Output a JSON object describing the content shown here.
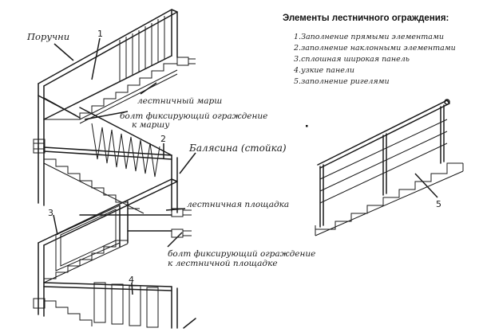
{
  "legend": {
    "title": "Элементы лестничного ограждения:",
    "items": [
      "1.Заполнение прямыми элементами",
      "2.заполнение наклонными элементами",
      "3.сплошная широкая панель",
      "4.узкие панели",
      "5.заполнение ригелями"
    ]
  },
  "labels": {
    "handrails": "Поручни",
    "stair_flight": "лестничный марш",
    "bolt_flight_line1": "болт фиксирующий ограждение",
    "bolt_flight_line2": "к маршу",
    "baluster": "Балясина (стойка)",
    "landing": "лестничная площадка",
    "bolt_landing_line1": "болт фиксирующий ограждение",
    "bolt_landing_line2": "к лестничной площадке"
  },
  "numbers": {
    "n1": "1",
    "n2": "2",
    "n3": "3",
    "n4": "4",
    "n5": "5"
  }
}
